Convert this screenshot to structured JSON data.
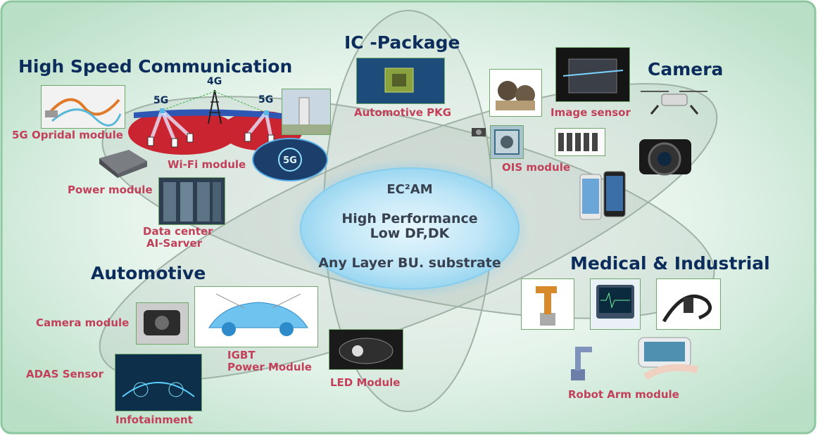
{
  "center": {
    "title": "EC²AM",
    "line1": "High Performance",
    "line2": "Low DF,DK",
    "line3": "Any Layer BU. substrate"
  },
  "sections": {
    "high_speed": "High Speed Communication",
    "ic_package": "IC -Package",
    "camera": "Camera",
    "automotive": "Automotive",
    "medical": "Medical & Industrial"
  },
  "labels": {
    "opridal": "5G Opridal module",
    "wifi": "Wi-Fi module",
    "power": "Power module",
    "datacenter_1": "Data center",
    "datacenter_2": "AI-Sarver",
    "auto_pkg": "Automotive PKG",
    "image_sensor": "Image sensor",
    "ois": "OIS module",
    "camera_module": "Camera module",
    "adas": "ADAS Sensor",
    "infotainment": "Infotainment",
    "igbt_1": "IGBT",
    "igbt_2": "Power Module",
    "led": "LED Module",
    "robot_arm": "Robot Arm module"
  },
  "network": {
    "tower_left": "5G",
    "tower_mid": "4G",
    "tower_right": "5G",
    "badge": "5G"
  },
  "colors": {
    "background": "#c9e8d4",
    "heading": "#0c2d5c",
    "label": "#c2405a",
    "center_fill": "#a6dcf3"
  }
}
